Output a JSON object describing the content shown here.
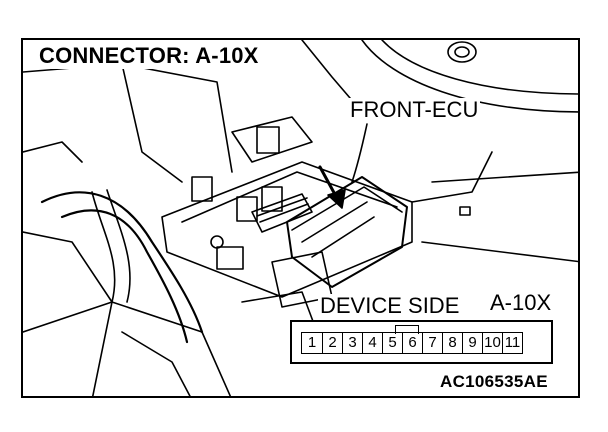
{
  "title": "CONNECTOR: A-10X",
  "callout": "FRONT-ECU",
  "connector": {
    "side_label": "DEVICE SIDE",
    "code": "A-10X",
    "pins": [
      "1",
      "2",
      "3",
      "4",
      "5",
      "6",
      "7",
      "8",
      "9",
      "10",
      "11"
    ]
  },
  "part_code": "AC106535AE"
}
